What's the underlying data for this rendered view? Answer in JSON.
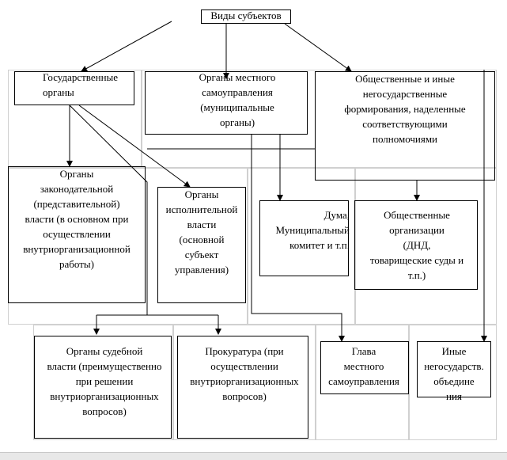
{
  "diagram": {
    "root": "Виды субъектов",
    "state_bodies": "Государственные\nорганы",
    "local_gov": "Органы местного\nсамоуправления\n(муниципальные\nорганы)",
    "public_formations": "Общественные и иные\nнегосударственные\nформирования, наделенные\nсоответствующими\nполномочиями",
    "legislative": "Органы\nзаконодательной\n(представительной)\nвласти (в основном при\nосуществлении\nвнутриорганизационной\nработы)",
    "executive": "Органы\nисполнительной\nвласти\n(основной\nсубъект\nуправления)",
    "duma": "Дума,\nМуниципальный\nкомитет и т.п.",
    "public_orgs": "Общественные\nорганизации\n(ДНД,\nтоварищеские суды и\nт.п.)",
    "judicial": "Органы судебной\nвласти (преимущественно\nпри решении\nвнутриорганизационных\nвопросов)",
    "prosecutor": "Прокуратура (при\nосуществлении\nвнутриорганизационных\nвопросов)",
    "head_local": "Глава\nместного\nсамоуправления",
    "other_nongov": "Иные\nнегосударств.\nобъедине\nния"
  }
}
